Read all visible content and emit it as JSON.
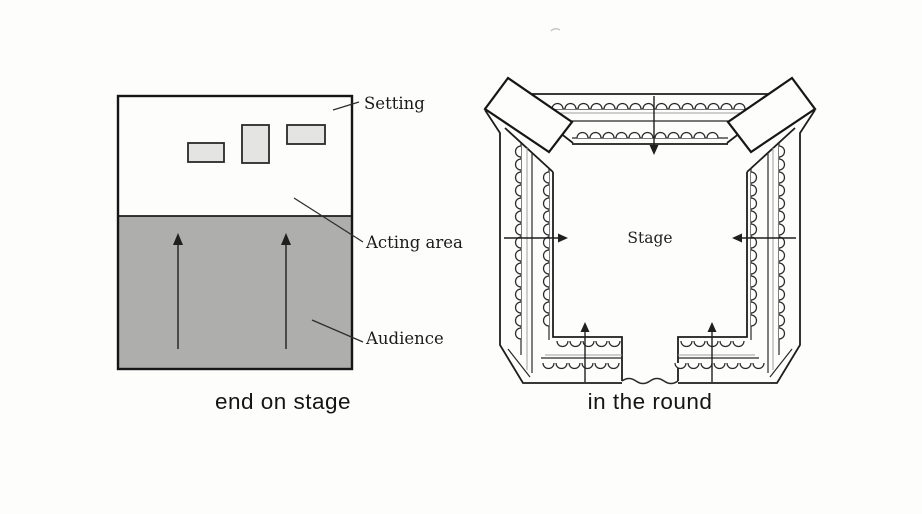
{
  "left_diagram": {
    "caption": "end on stage",
    "labels": {
      "setting": "Setting",
      "acting_area": "Acting area",
      "audience": "Audience"
    },
    "colors": {
      "audience_fill": "#aeaeac",
      "prop_fill": "#e4e4e2"
    }
  },
  "right_diagram": {
    "caption": "in the round",
    "stage_label": "Stage"
  }
}
